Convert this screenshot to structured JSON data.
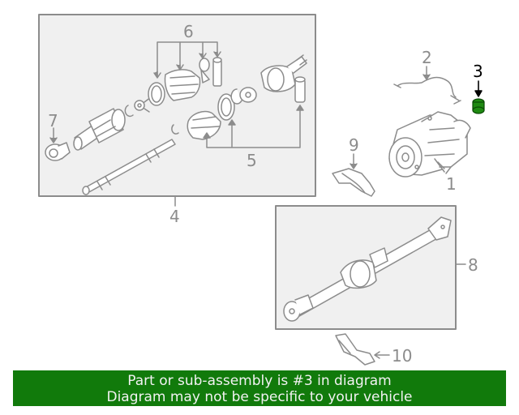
{
  "diagram": {
    "callouts": [
      {
        "id": "1",
        "label": "1"
      },
      {
        "id": "2",
        "label": "2"
      },
      {
        "id": "3",
        "label": "3"
      },
      {
        "id": "4",
        "label": "4"
      },
      {
        "id": "5",
        "label": "5"
      },
      {
        "id": "6",
        "label": "6"
      },
      {
        "id": "7",
        "label": "7"
      },
      {
        "id": "8",
        "label": "8"
      },
      {
        "id": "9",
        "label": "9"
      },
      {
        "id": "10",
        "label": "10"
      }
    ],
    "highlighted_part": "3",
    "colors": {
      "line": "#8c8c8c",
      "panel_fill": "#f0f0f0",
      "highlight_part": "#1f8a12",
      "banner": "#117a0b",
      "banner_text": "#f2f2f2"
    }
  },
  "banner": {
    "line1": "Part or sub-assembly is #3 in diagram",
    "line2": "Diagram may not be specific to your vehicle"
  }
}
